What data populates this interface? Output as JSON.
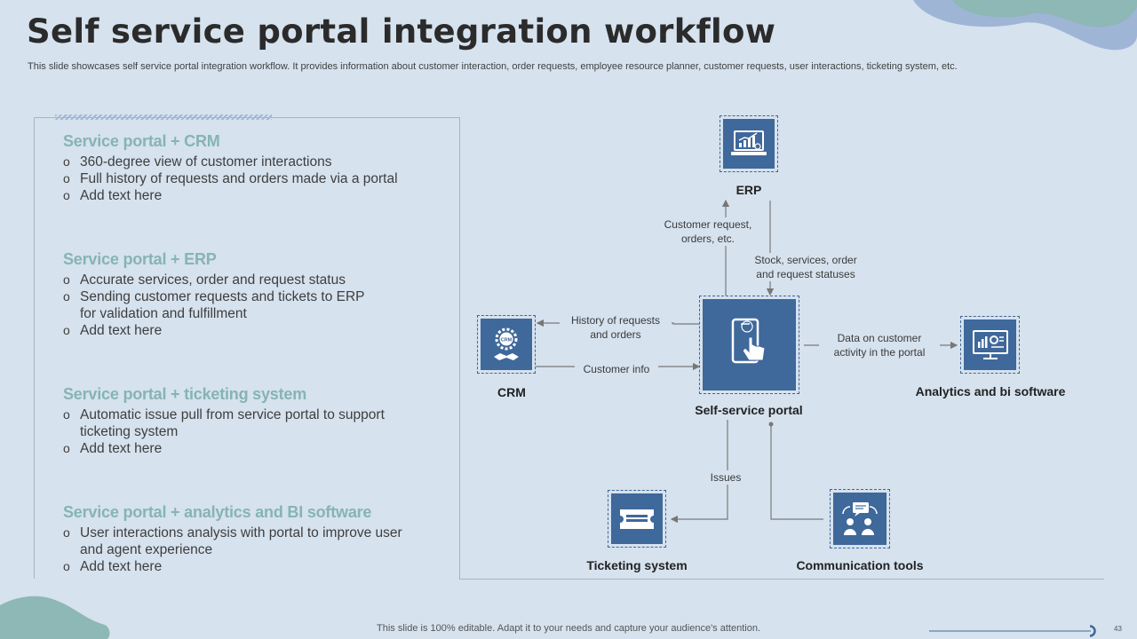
{
  "title": "Self service portal integration workflow",
  "subtitle": "This slide showcases self service portal integration workflow. It provides information about customer interaction, order requests, employee resource planner, customer requests, user interactions, ticketing system, etc.",
  "sections": [
    {
      "heading": "Service portal + CRM",
      "items": [
        "360-degree view of customer interactions",
        "Full history  of requests and orders made via a portal",
        "Add text here"
      ]
    },
    {
      "heading": "Service portal + ERP",
      "items": [
        "Accurate services, order and request status",
        "Sending customer requests and tickets to ERP",
        "for validation and fulfillment",
        "Add text here"
      ]
    },
    {
      "heading": "Service portal + ticketing system",
      "items": [
        "Automatic issue pull from service portal to support",
        "ticketing system",
        "Add text here"
      ]
    },
    {
      "heading": "Service portal + analytics and BI software",
      "items": [
        "User interactions analysis with portal to improve user",
        "and agent experience",
        "Add text here"
      ]
    }
  ],
  "nodes": {
    "erp": {
      "label": "ERP",
      "icon": "chart-laptop-icon"
    },
    "crm": {
      "label": "CRM",
      "icon": "crm-handshake-icon"
    },
    "portal": {
      "label": "Self-service portal",
      "icon": "mobile-touch-icon"
    },
    "analytics": {
      "label": "Analytics  and bi software",
      "icon": "dashboard-monitor-icon"
    },
    "ticketing": {
      "label": "Ticketing system",
      "icon": "ticket-icon"
    },
    "communication": {
      "label": "Communication tools",
      "icon": "people-chat-icon"
    }
  },
  "edges": {
    "customer_request": "Customer request,\norders, etc.",
    "stock_services": "Stock, services, order\nand request statuses",
    "history": "History of requests\nand orders",
    "customer_info": "Customer info",
    "data_activity": "Data on customer\nactivity in the portal",
    "issues": "Issues"
  },
  "footer": "This slide is 100% editable. Adapt it to your needs and capture your audience's attention.",
  "page_number": "43",
  "colors": {
    "background": "#d6e2ee",
    "tile": "#3f689b",
    "heading": "#86b4b2",
    "accent_teal": "#8db8b5",
    "accent_blue": "#9fb5d6"
  }
}
